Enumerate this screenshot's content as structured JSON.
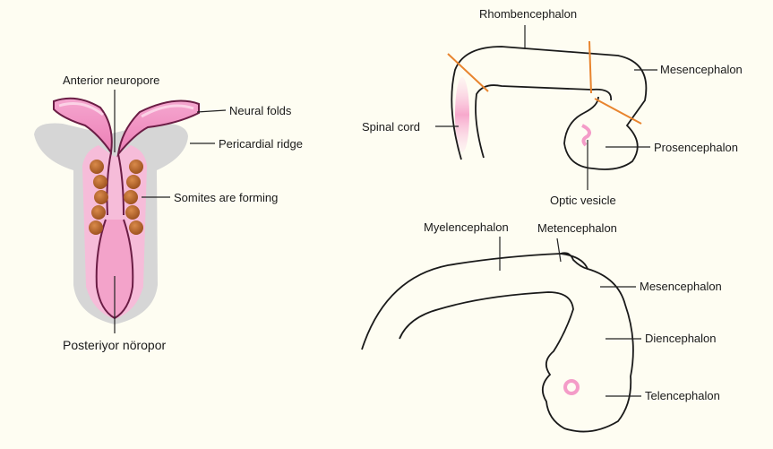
{
  "embryo": {
    "anterior_neuropore": "Anterior neuropore",
    "neural_folds": "Neural folds",
    "pericardial_ridge": "Pericardial ridge",
    "somites": "Somites are forming",
    "posterior_neuropore": "Posteriyor nöropor"
  },
  "three_vesicle": {
    "rhombencephalon": "Rhombencephalon",
    "mesencephalon": "Mesencephalon",
    "spinal_cord": "Spinal cord",
    "prosencephalon": "Prosencephalon",
    "optic_vesicle": "Optic vesicle"
  },
  "five_vesicle": {
    "myelencephalon": "Myelencephalon",
    "metencephalon": "Metencephalon",
    "mesencephalon": "Mesencephalon",
    "diencephalon": "Diencephalon",
    "telencephalon": "Telencephalon"
  },
  "colors": {
    "background": "#fefdf2",
    "neural_fold_pink": "#f08fbf",
    "somite_brown": "#b5652a",
    "pericardial_gray": "#d9d9d9",
    "boundary_orange": "#e8842e"
  }
}
